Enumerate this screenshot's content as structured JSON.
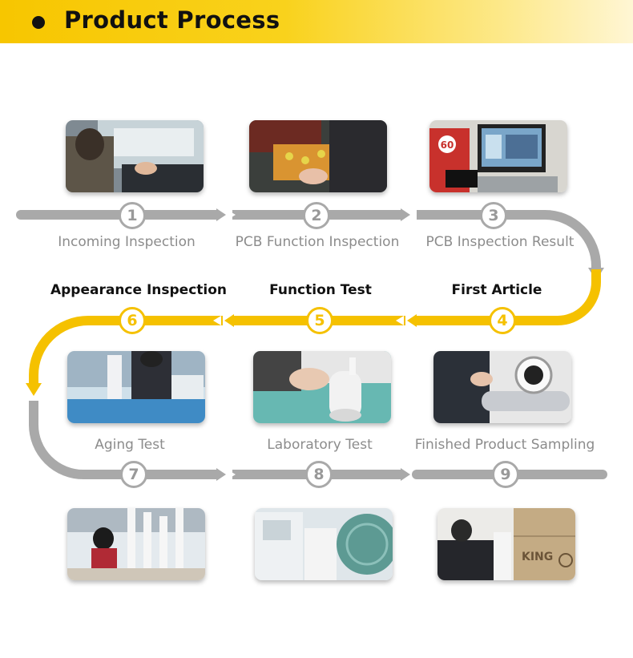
{
  "header": {
    "title": "Product Process"
  },
  "colors": {
    "accent": "#f5c100",
    "track": "#a9a9a9",
    "label_grey": "#8c8c8c",
    "label_dark": "#111111"
  },
  "steps": [
    {
      "num": "1",
      "label": "Incoming Inspection"
    },
    {
      "num": "2",
      "label": "PCB Function Inspection"
    },
    {
      "num": "3",
      "label": "PCB Inspection Result"
    },
    {
      "num": "4",
      "label": "First Article"
    },
    {
      "num": "5",
      "label": "Function Test"
    },
    {
      "num": "6",
      "label": "Appearance Inspection"
    },
    {
      "num": "7",
      "label": "Aging Test"
    },
    {
      "num": "8",
      "label": "Laboratory Test"
    },
    {
      "num": "9",
      "label": "Finished Product Sampling"
    }
  ],
  "photos": [
    {
      "name": "incoming-inspection-photo"
    },
    {
      "name": "pcb-function-inspection-photo"
    },
    {
      "name": "pcb-inspection-result-photo"
    },
    {
      "name": "appearance-inspection-photo"
    },
    {
      "name": "function-test-photo"
    },
    {
      "name": "first-article-photo"
    },
    {
      "name": "aging-test-photo"
    },
    {
      "name": "laboratory-test-photo"
    },
    {
      "name": "finished-product-sampling-photo"
    }
  ],
  "photo_texts": {
    "monitor_badge": "60",
    "box_brand": "KING"
  }
}
